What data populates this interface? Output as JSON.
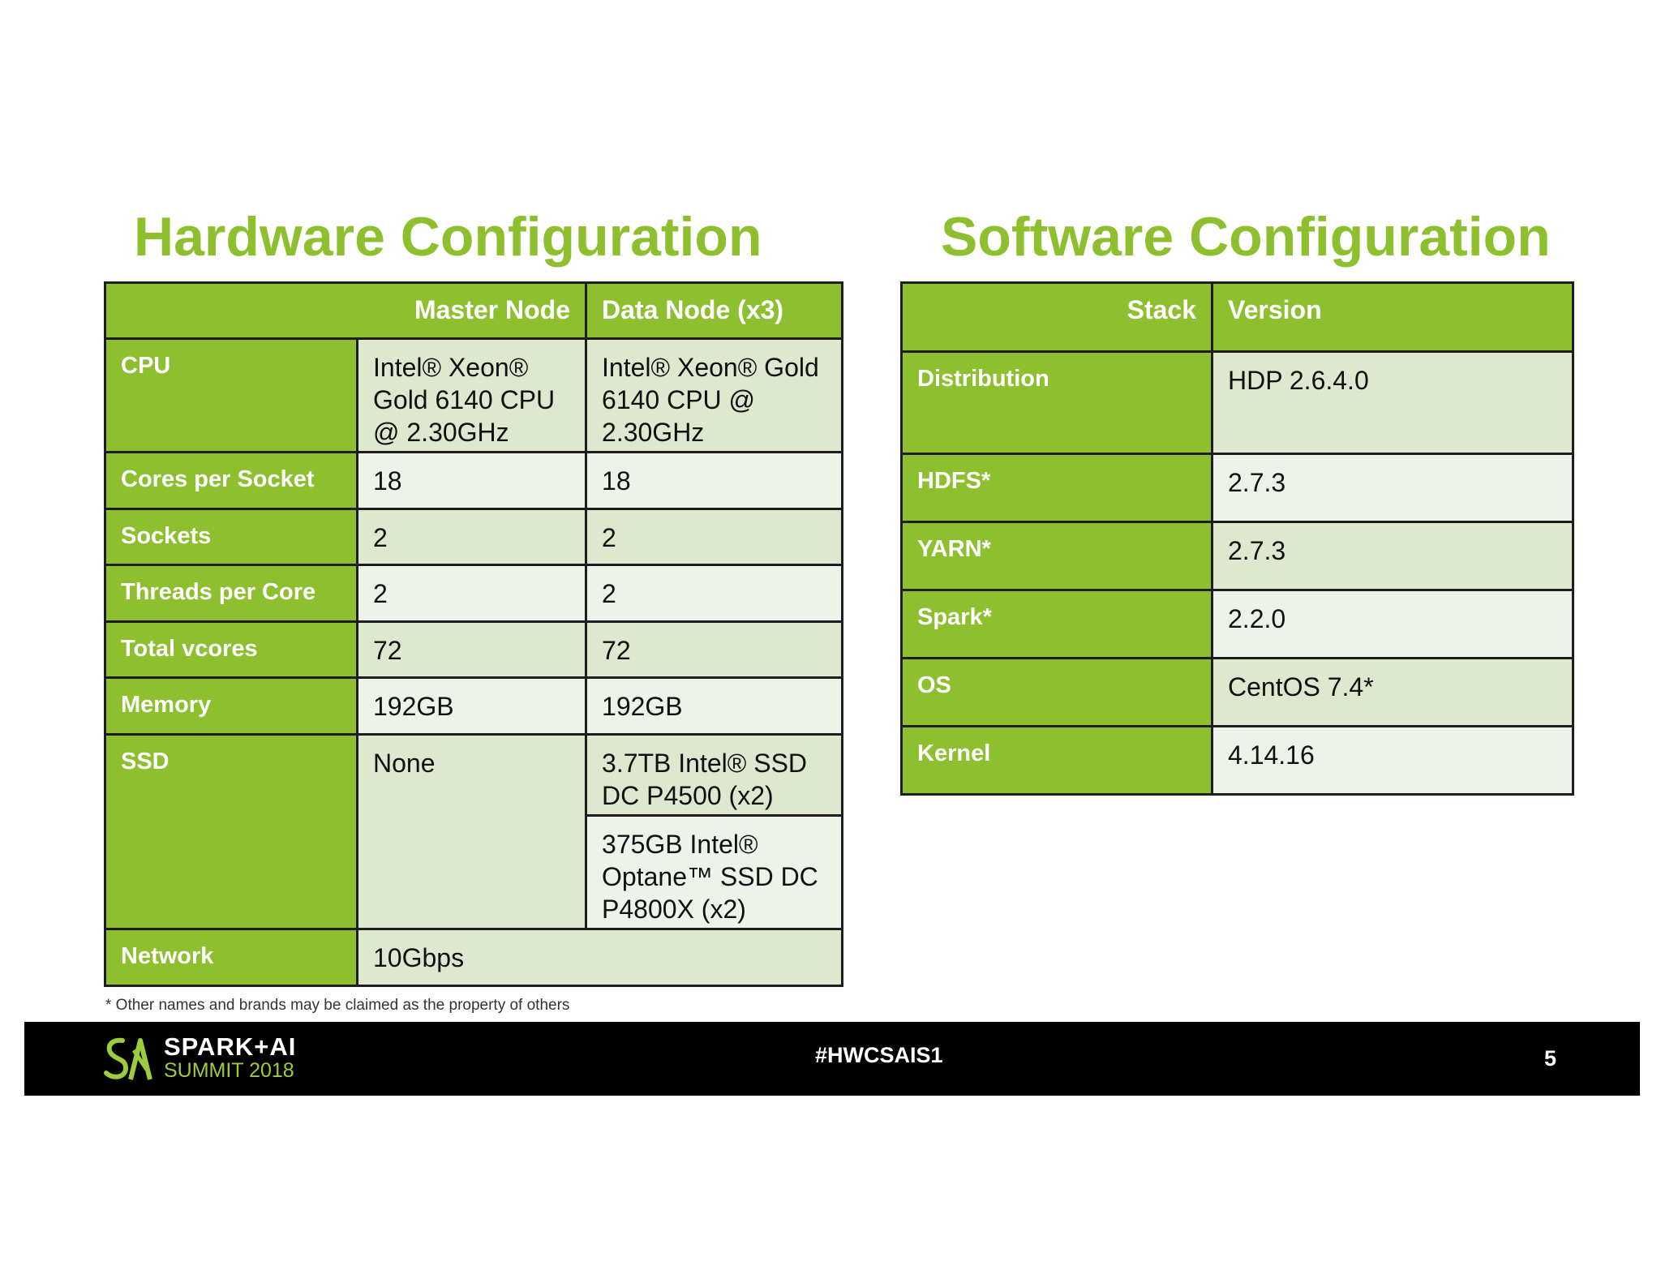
{
  "hardware": {
    "title": "Hardware Configuration",
    "header": {
      "col1": "Master Node",
      "col2": "Data Node (x3)"
    },
    "rows": {
      "cpu": {
        "label": "CPU",
        "master": "Intel® Xeon® Gold 6140 CPU @ 2.30GHz",
        "data": "Intel® Xeon® Gold 6140 CPU @ 2.30GHz"
      },
      "cores": {
        "label": "Cores per Socket",
        "master": "18",
        "data": "18"
      },
      "sockets": {
        "label": "Sockets",
        "master": "2",
        "data": "2"
      },
      "threads": {
        "label": "Threads per Core",
        "master": "2",
        "data": "2"
      },
      "vcores": {
        "label": "Total vcores",
        "master": "72",
        "data": "72"
      },
      "memory": {
        "label": "Memory",
        "master": "192GB",
        "data": "192GB"
      },
      "ssd": {
        "label": "SSD",
        "master": "None",
        "data1": "3.7TB Intel® SSD DC P4500 (x2)",
        "data2": "375GB Intel® Optane™ SSD DC P4800X (x2)"
      },
      "network": {
        "label": "Network",
        "value": "10Gbps"
      }
    }
  },
  "software": {
    "title": "Software Configuration",
    "header": {
      "col0": "Stack",
      "col1": "Version"
    },
    "rows": [
      {
        "label": "Distribution",
        "value": "HDP 2.6.4.0"
      },
      {
        "label": "HDFS*",
        "value": "2.7.3"
      },
      {
        "label": "YARN*",
        "value": "2.7.3"
      },
      {
        "label": "Spark*",
        "value": "2.2.0"
      },
      {
        "label": "OS",
        "value": "CentOS 7.4*"
      },
      {
        "label": "Kernel",
        "value": "4.14.16"
      }
    ]
  },
  "footnote": "* Other names and brands may be claimed as the property of others",
  "footer": {
    "logo_line1": "SPARK+AI",
    "logo_line2": "SUMMIT 2018",
    "hashtag": "#HWCSAIS1",
    "page_number": "5"
  },
  "colors": {
    "accent_green": "#8dbf2f",
    "cell_dark": "#dde8cf",
    "cell_light": "#eef3e9",
    "footer_bg": "#000000"
  },
  "icons": {
    "logo": "spark-ai-summit-logo-icon"
  }
}
